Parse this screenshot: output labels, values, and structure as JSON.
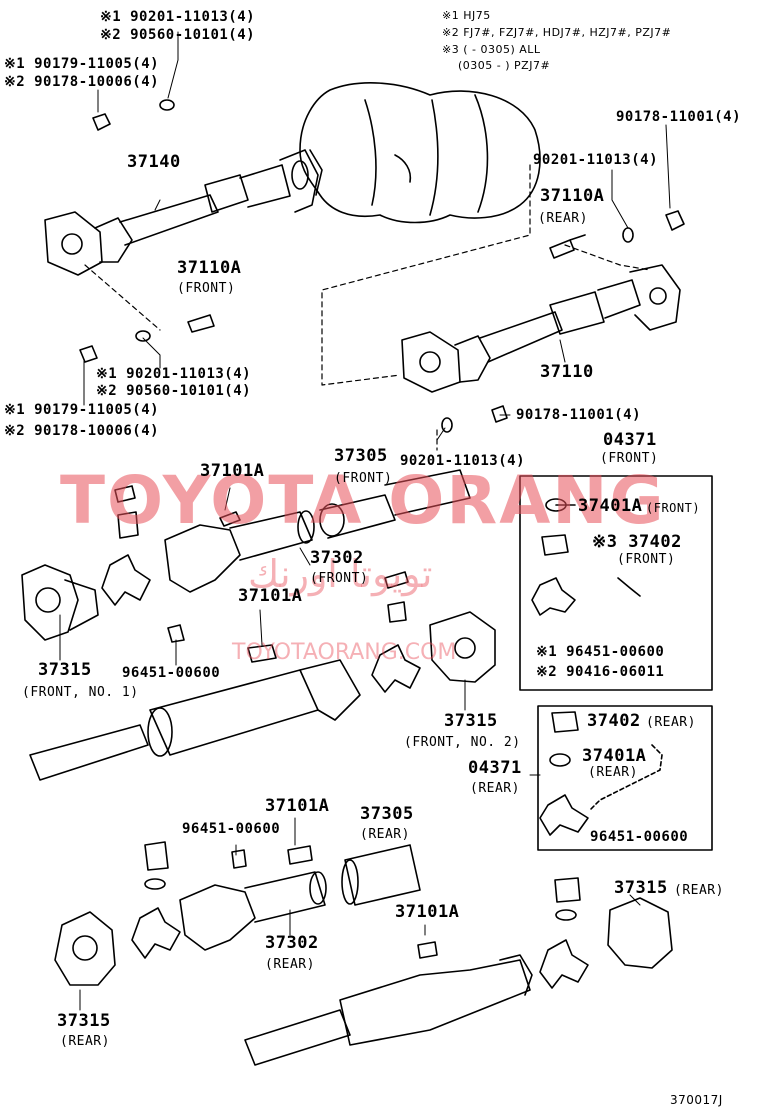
{
  "notes": {
    "n1": "※1 HJ75",
    "n2": "※2 FJ7#, FZJ7#, HDJ7#, HZJ7#, PZJ7#",
    "n3a": "※3 (         - 0305) ALL",
    "n3b": "(0305 -         ) PZJ7#"
  },
  "labels": {
    "top_1": "※1 90201-11013(4)",
    "top_2": "※2 90560-10101(4)",
    "left_1": "※1 90179-11005(4)",
    "left_2": "※2 90178-10006(4)",
    "p37140": "37140",
    "p90178_11001_top": "90178-11001(4)",
    "p90201_right": "90201-11013(4)",
    "p37110a_rear": "37110A",
    "rear_tag1": "(REAR)",
    "p37110a_front": "37110A",
    "front_tag1": "(FRONT)",
    "mid_1": "※1 90201-11013(4)",
    "mid_2": "※2 90560-10101(4)",
    "low_1": "※1 90179-11005(4)",
    "low_2": "※2 90178-10006(4)",
    "p37110": "37110",
    "p90178_11001_mid": "90178-11001(4)",
    "p90201_mid": "90201-11013(4)",
    "p04371_front": "04371",
    "front_tag2": "(FRONT)",
    "p37305_front": "37305",
    "front_tag3": "(FRONT)",
    "p37101a_1": "37101A",
    "p37401a_front": "37401A",
    "front_tag4": "(FRONT)",
    "p37402_front": "※3 37402",
    "front_tag5": "(FRONT)",
    "p37302_front": "37302",
    "front_tag6": "(FRONT)",
    "p37101a_2": "37101A",
    "p37315_front1": "37315",
    "front_no1": "(FRONT, NO. 1)",
    "p96451_1": "96451-00600",
    "kit_1": "※1 96451-00600",
    "kit_2": "※2 90416-06011",
    "p37315_front2": "37315",
    "front_no2": "(FRONT, NO. 2)",
    "p37402_rear": "37402",
    "rear_tag2": "(REAR)",
    "p37401a_rear": "37401A",
    "rear_tag3": "(REAR)",
    "p04371_rear": "04371",
    "rear_tag4": "(REAR)",
    "p96451_2": "96451-00600",
    "p37101a_3": "37101A",
    "p37305_rear": "37305",
    "rear_tag5": "(REAR)",
    "p96451_3": "96451-00600",
    "p37302_rear": "37302",
    "rear_tag6": "(REAR)",
    "p37101a_4": "37101A",
    "p37315_rear_r": "37315",
    "rear_tag7": "(REAR)",
    "p37315_rear_l": "37315",
    "rear_tag8": "(REAR)",
    "fig": "370017J"
  },
  "watermark": {
    "main": "TOYOTA ORANG",
    "arabic": "تويوتا اورنك",
    "url": "TOYOTAORANG.COM"
  },
  "colors": {
    "line": "#000000",
    "watermark": "#e8505a"
  }
}
